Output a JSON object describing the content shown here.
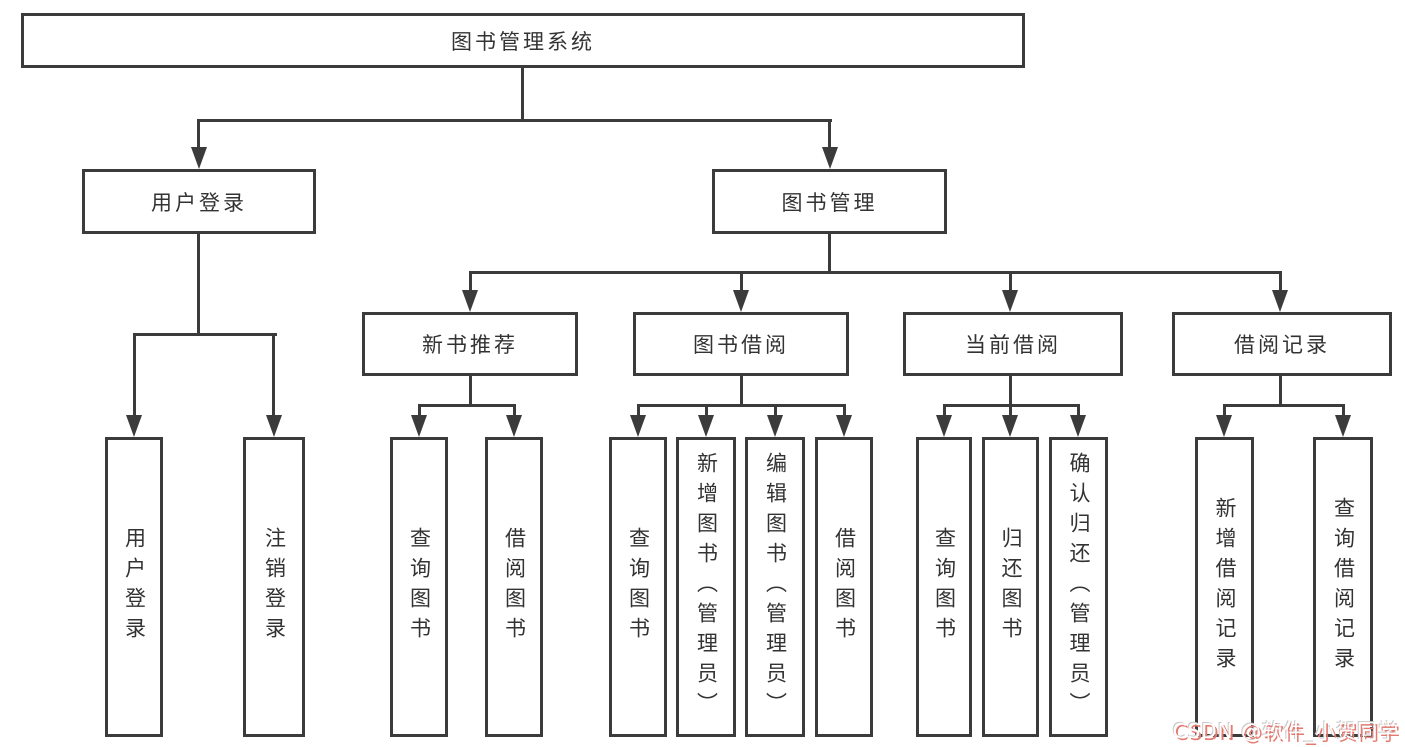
{
  "diagram": {
    "root": {
      "label": "图书管理系统"
    },
    "level1": [
      {
        "id": "user-login",
        "label": "用户登录"
      },
      {
        "id": "book-management",
        "label": "图书管理"
      }
    ],
    "level2": [
      {
        "id": "new-book-recommend",
        "label": "新书推荐"
      },
      {
        "id": "book-borrow",
        "label": "图书借阅"
      },
      {
        "id": "current-borrow",
        "label": "当前借阅"
      },
      {
        "id": "borrow-records",
        "label": "借阅记录"
      }
    ],
    "leaves": {
      "user_login": [
        "用户登录",
        "注销登录"
      ],
      "new_book_recommend": [
        "查询图书",
        "借阅图书"
      ],
      "book_borrow": [
        "查询图书",
        "新增图书（管理员）",
        "编辑图书（管理员）",
        "借阅图书"
      ],
      "current_borrow": [
        "查询图书",
        "归还图书",
        "确认归还（管理员）"
      ],
      "borrow_records": [
        "新增借阅记录",
        "查询借阅记录"
      ]
    }
  },
  "watermark": {
    "text": "CSDN @软件_小贺同学"
  },
  "colors": {
    "line": "#3b3b3b",
    "text": "#333333",
    "box_bg": "#ffffff",
    "watermark_text": "#ffffff",
    "watermark_shadow": "#e57a70"
  }
}
